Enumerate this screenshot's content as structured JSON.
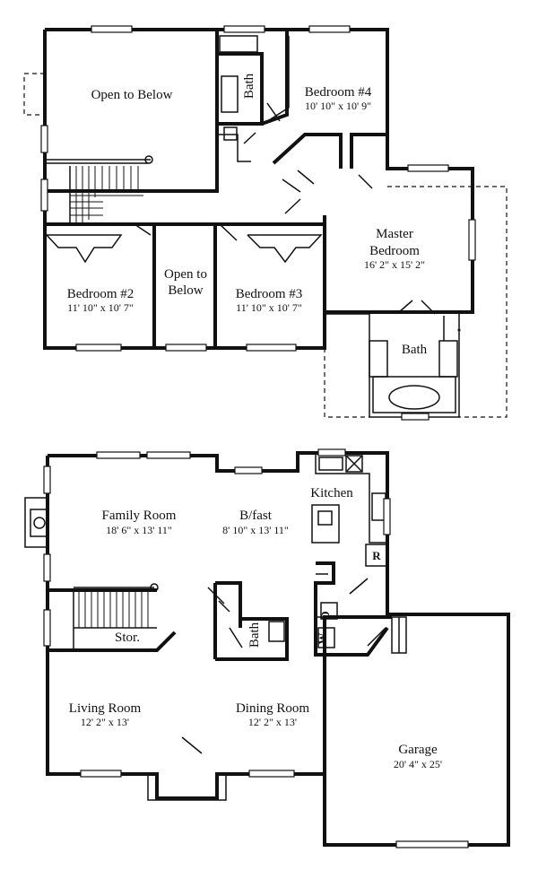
{
  "upper_floor": {
    "rooms": [
      {
        "key": "open-to-below-top",
        "name": "Open to Below",
        "dims": ""
      },
      {
        "key": "bath-upper",
        "name": "Bath",
        "dims": ""
      },
      {
        "key": "bedroom-4",
        "name": "Bedroom #4",
        "dims": "10' 10\" x 10' 9\""
      },
      {
        "key": "master-bedroom",
        "name_line1": "Master",
        "name_line2": "Bedroom",
        "dims": "16' 2\" x 15' 2\""
      },
      {
        "key": "bedroom-2",
        "name": "Bedroom #2",
        "dims": "11' 10\" x 10' 7\""
      },
      {
        "key": "open-to-below-mid",
        "name_line1": "Open to",
        "name_line2": "Below",
        "dims": ""
      },
      {
        "key": "bedroom-3",
        "name": "Bedroom #3",
        "dims": "11' 10\" x 10' 7\""
      },
      {
        "key": "master-bath",
        "name": "Bath",
        "dims": ""
      }
    ]
  },
  "main_floor": {
    "rooms": [
      {
        "key": "kitchen",
        "name": "Kitchen",
        "dims": ""
      },
      {
        "key": "family-room",
        "name": "Family Room",
        "dims": "18' 6\" x 13' 11\""
      },
      {
        "key": "breakfast",
        "name": "B/fast",
        "dims": "8' 10\" x 13' 11\""
      },
      {
        "key": "storage",
        "name": "Stor.",
        "dims": ""
      },
      {
        "key": "bath-main",
        "name": "Bath",
        "dims": ""
      },
      {
        "key": "living-room",
        "name": "Living Room",
        "dims": "12' 2\" x 13'"
      },
      {
        "key": "dining-room",
        "name": "Dining Room",
        "dims": "12' 2\" x 13'"
      },
      {
        "key": "garage",
        "name": "Garage",
        "dims": "20' 4\" x 25'"
      }
    ],
    "fixtures": {
      "refrigerator": "R",
      "dryer": "D",
      "washer": "W"
    }
  }
}
